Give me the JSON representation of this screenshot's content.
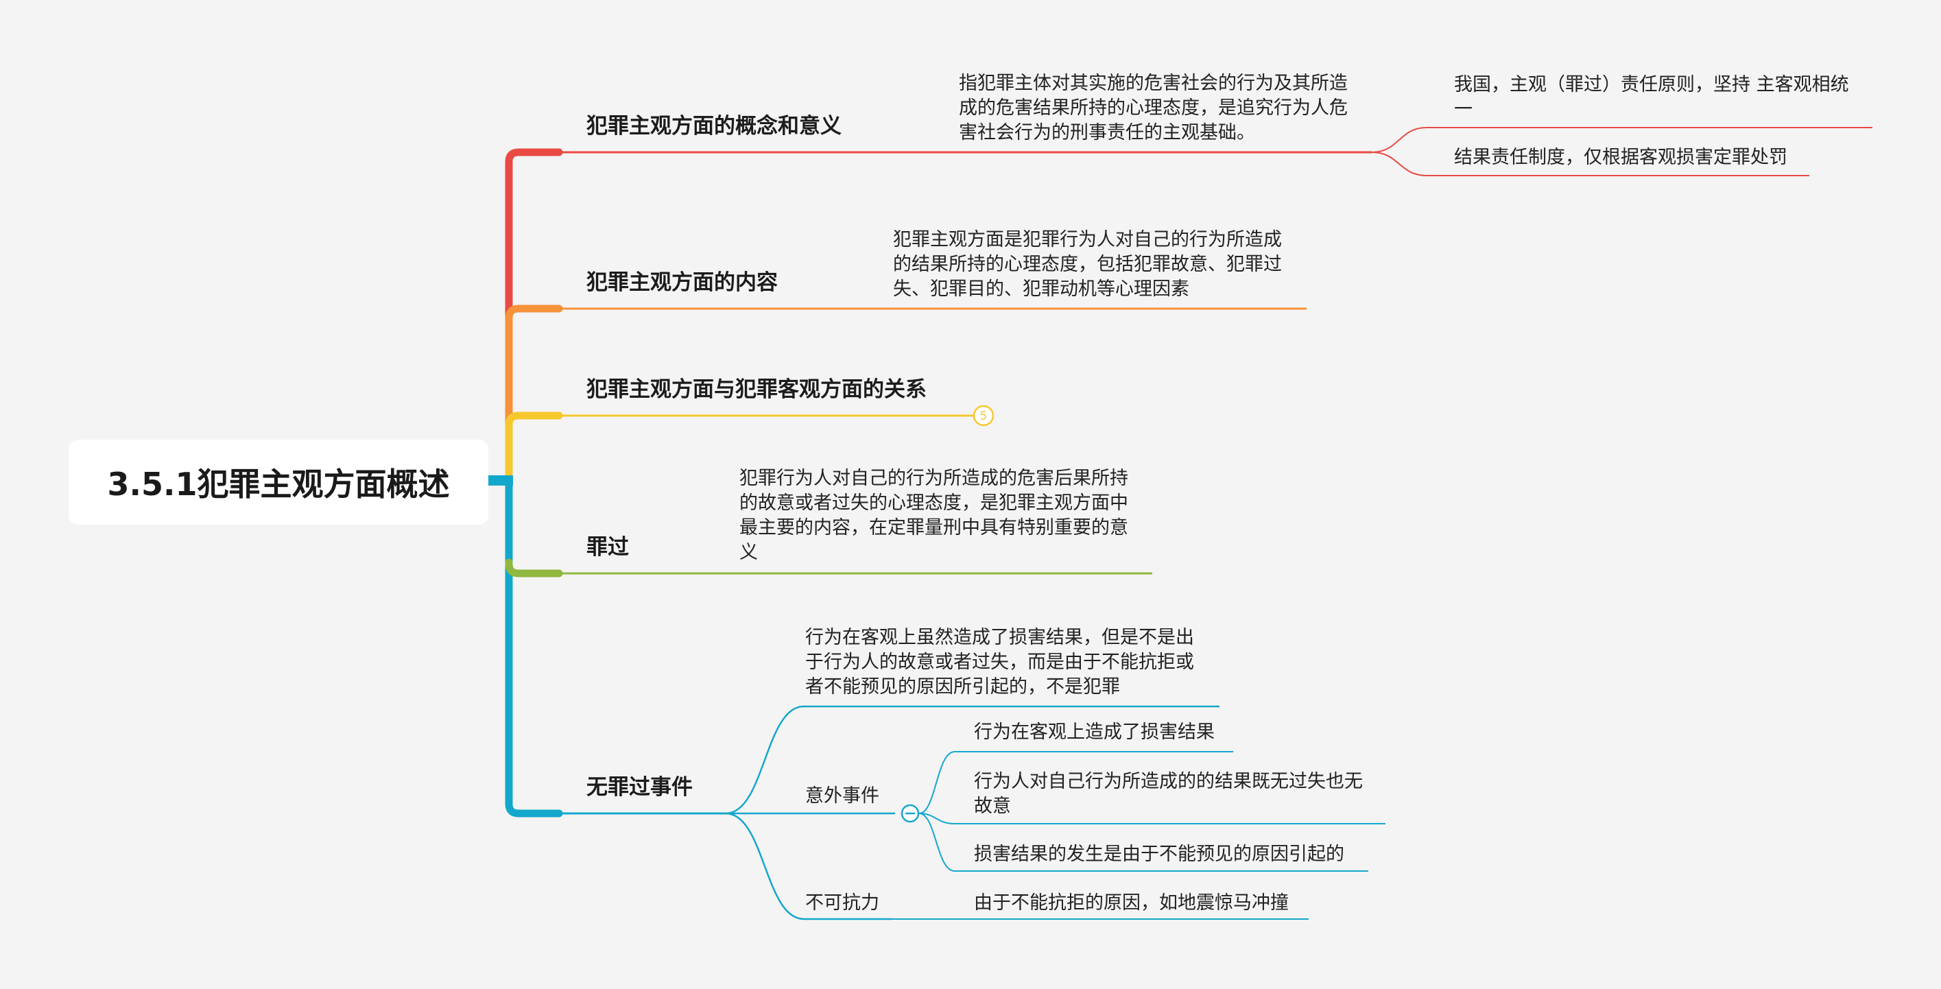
{
  "root": {
    "title": "3.5.1犯罪主观方面概述"
  },
  "branches": {
    "concept": {
      "label": "犯罪主观方面的概念和意义",
      "detail": [
        "指犯罪主体对其实施的危害社会的行为及其所造",
        "成的危害结果所持的心理态度，是追究行为人危",
        "害社会行为的刑事责任的主观基础。"
      ],
      "children": [
        {
          "lines": [
            "我国，主观（罪过）责任原则，坚持 主客观相统",
            "一"
          ]
        },
        {
          "lines": [
            "结果责任制度，仅根据客观损害定罪处罚"
          ]
        }
      ]
    },
    "content": {
      "label": "犯罪主观方面的内容",
      "detail": [
        "犯罪主观方面是犯罪行为人对自己的行为所造成",
        "的结果所持的心理态度，包括犯罪故意、犯罪过",
        "失、犯罪目的、犯罪动机等心理因素"
      ]
    },
    "relation": {
      "label": "犯罪主观方面与犯罪客观方面的关系",
      "collapsed_count": "5"
    },
    "guilt": {
      "label": "罪过",
      "detail": [
        "犯罪行为人对自己的行为所造成的危害后果所持",
        "的故意或者过失的心理态度，是犯罪主观方面中",
        "最主要的内容，在定罪量刑中具有特别重要的意",
        "义"
      ]
    },
    "innocent": {
      "label": "无罪过事件",
      "definition": [
        "行为在客观上虽然造成了损害结果，但是不是出",
        "于行为人的故意或者过失，而是由于不能抗拒或",
        "者不能预见的原因所引起的，不是犯罪"
      ],
      "accident": {
        "label": "意外事件",
        "items": [
          {
            "lines": [
              "行为在客观上造成了损害结果"
            ]
          },
          {
            "lines": [
              "行为人对自己行为所造成的的结果既无过失也无",
              "故意"
            ]
          },
          {
            "lines": [
              "损害结果的发生是由于不能预见的原因引起的"
            ]
          }
        ]
      },
      "force": {
        "label": "不可抗力",
        "detail": "由于不能抗拒的原因，如地震惊马冲撞"
      }
    }
  },
  "colors": {
    "red": "#e94a43",
    "orange": "#f5923a",
    "yellow": "#f7c82e",
    "green": "#90b83e",
    "blue": "#14a7cc"
  }
}
